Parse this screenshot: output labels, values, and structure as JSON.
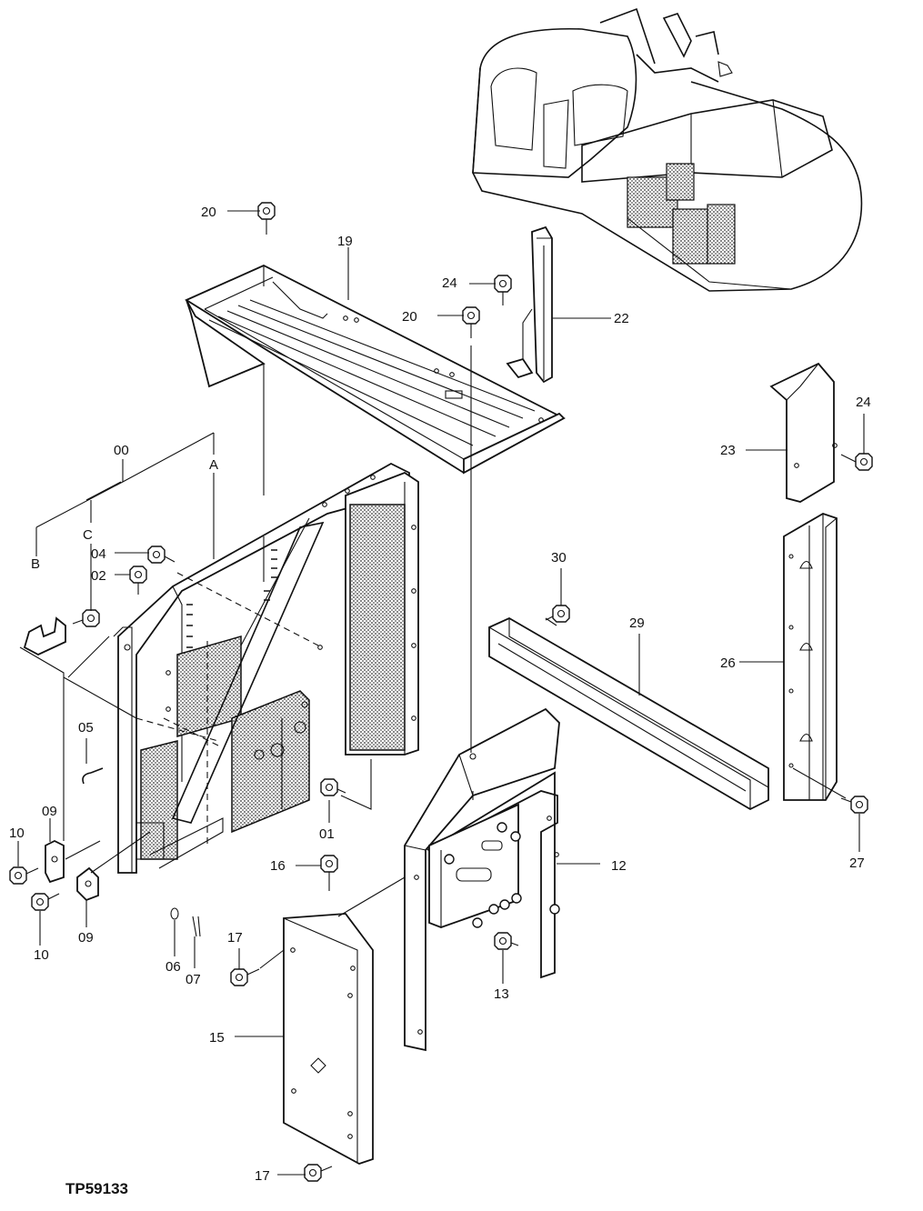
{
  "diagram": {
    "code": "TP59133",
    "labels": {
      "l00": "00",
      "lA": "A",
      "lB": "B",
      "lC": "C",
      "l01": "01",
      "l02": "02",
      "l04": "04",
      "l05": "05",
      "l06": "06",
      "l07": "07",
      "l09a": "09",
      "l09b": "09",
      "l10a": "10",
      "l10b": "10",
      "l12": "12",
      "l13": "13",
      "l15": "15",
      "l16": "16",
      "l17a": "17",
      "l17b": "17",
      "l19": "19",
      "l20a": "20",
      "l20b": "20",
      "l22": "22",
      "l23": "23",
      "l24a": "24",
      "l24b": "24",
      "l26": "26",
      "l27": "27",
      "l29": "29",
      "l30": "30"
    }
  }
}
